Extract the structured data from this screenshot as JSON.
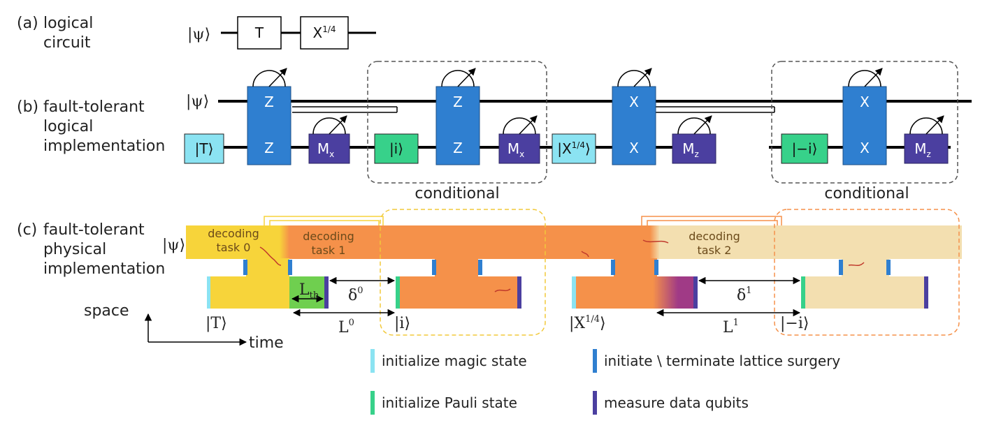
{
  "panel_a": {
    "tag": "(a)",
    "title_line1": "logical",
    "title_line2": "circuit",
    "input_ket": "|ψ⟩",
    "gate_t": "T",
    "gate_x14": "X1/4"
  },
  "panel_b": {
    "tag": "(b)",
    "title_line1": "fault-tolerant",
    "title_line2": "logical",
    "title_line3": "implementation",
    "input_ket": "|ψ⟩",
    "state_t": "|T⟩",
    "state_i": "|i⟩",
    "state_x14": "|X1/4⟩",
    "state_minus_i": "|−i⟩",
    "zz_top": "Z",
    "zz_bottom": "Z",
    "xx_top": "X",
    "xx_bottom": "X",
    "measure_x": "Mx",
    "measure_z": "Mz",
    "conditional_label": "conditional"
  },
  "panel_c": {
    "tag": "(c)",
    "title_line1": "fault-tolerant",
    "title_line2": "physical",
    "title_line3": "implementation",
    "input_ket": "|ψ⟩",
    "task0_line1": "decoding",
    "task0_line2": "task 0",
    "task1_line1": "decoding",
    "task1_line2": "task 1",
    "task2_line1": "decoding",
    "task2_line2": "task 2",
    "l_th": "Lth",
    "delta0": "δ0",
    "delta1": "δ1",
    "l0": "L0",
    "l1": "L1",
    "ket_t": "|T⟩",
    "ket_i": "|i⟩",
    "ket_x14": "|X1/4⟩",
    "ket_minus_i": "|−i⟩",
    "axis_space": "space",
    "axis_time": "time"
  },
  "legend": {
    "magic": "initialize magic state",
    "pauli": "initialize Pauli state",
    "surgery": "initiate \\ terminate lattice surgery",
    "measure": "measure data qubits"
  },
  "colors": {
    "cyan": "#8be3f2",
    "blue": "#2f7fd0",
    "purple": "#4b3fa0",
    "green": "#37d18a",
    "yellow": "#f7d43a",
    "orange": "#f5914a",
    "beige": "#f3dfb0",
    "lightgreen": "#6fcf4f",
    "magenta": "#a03a86"
  }
}
